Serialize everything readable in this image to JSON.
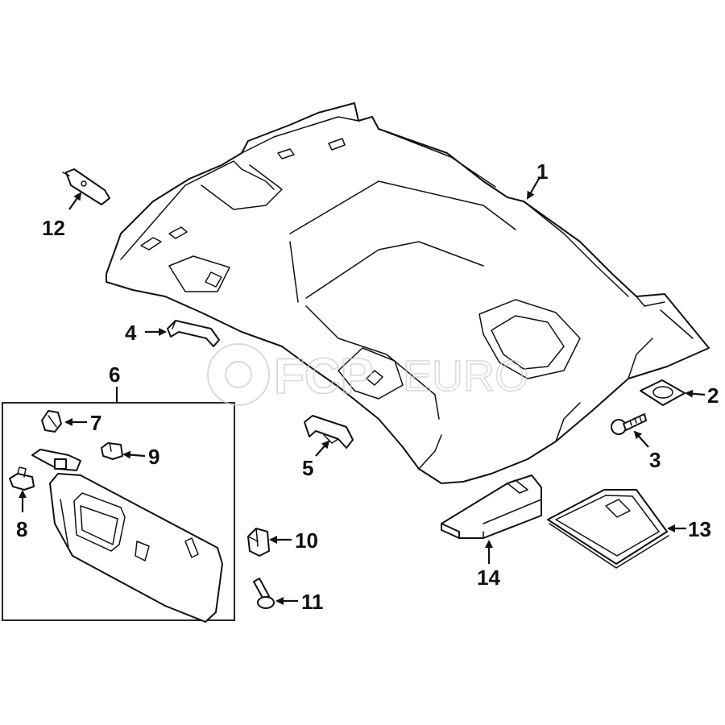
{
  "watermark": {
    "brand_part1": "FCP",
    "brand_part2": "EURO"
  },
  "callouts": {
    "c1": "1",
    "c2": "2",
    "c3": "3",
    "c4": "4",
    "c5": "5",
    "c6": "6",
    "c7": "7",
    "c8": "8",
    "c9": "9",
    "c10": "10",
    "c11": "11",
    "c12": "12",
    "c13": "13",
    "c14": "14"
  },
  "colors": {
    "line": "#111111",
    "watermark": "#cccccc"
  }
}
